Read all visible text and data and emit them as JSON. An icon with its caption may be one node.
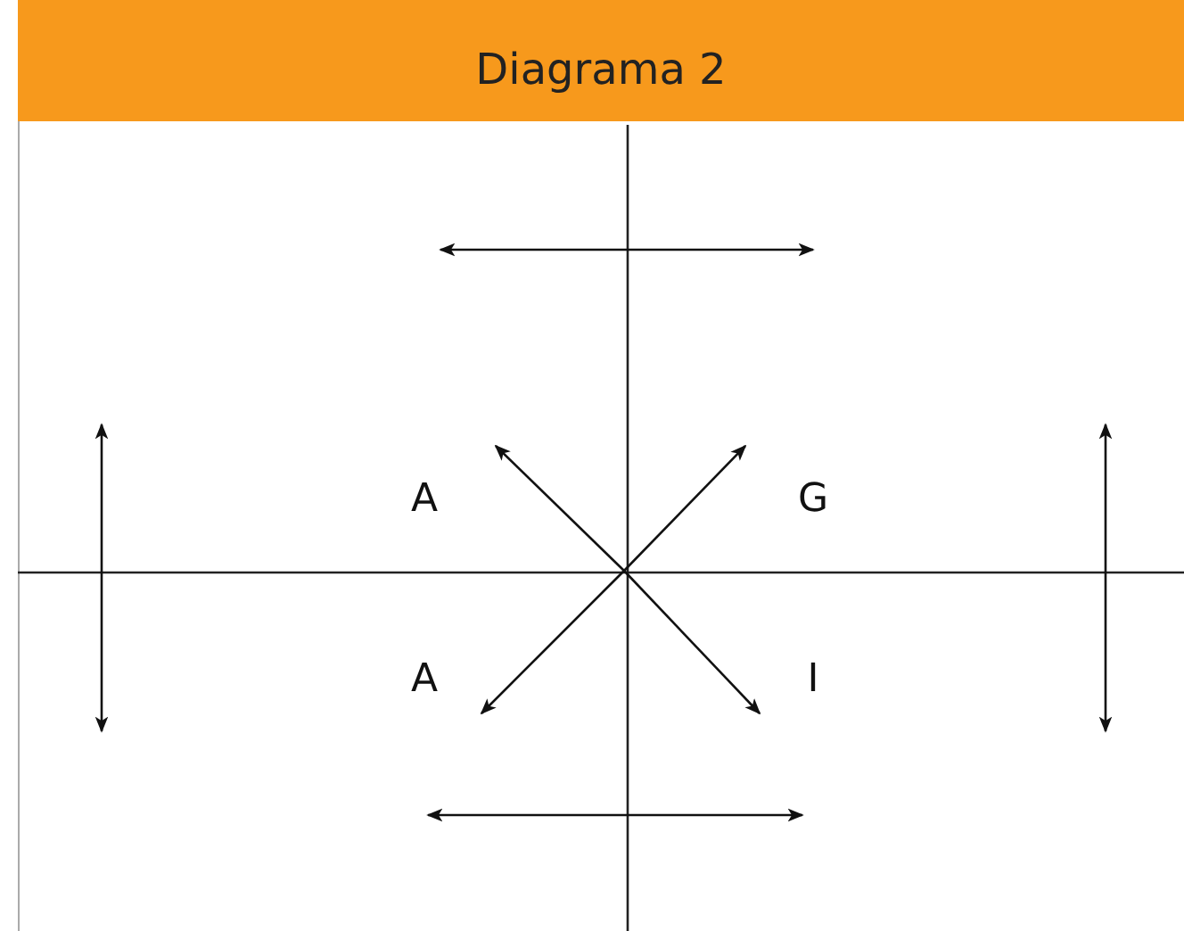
{
  "diagram": {
    "title": "Diagrama 2",
    "labels": [
      "A",
      "G",
      "A",
      "I"
    ]
  }
}
